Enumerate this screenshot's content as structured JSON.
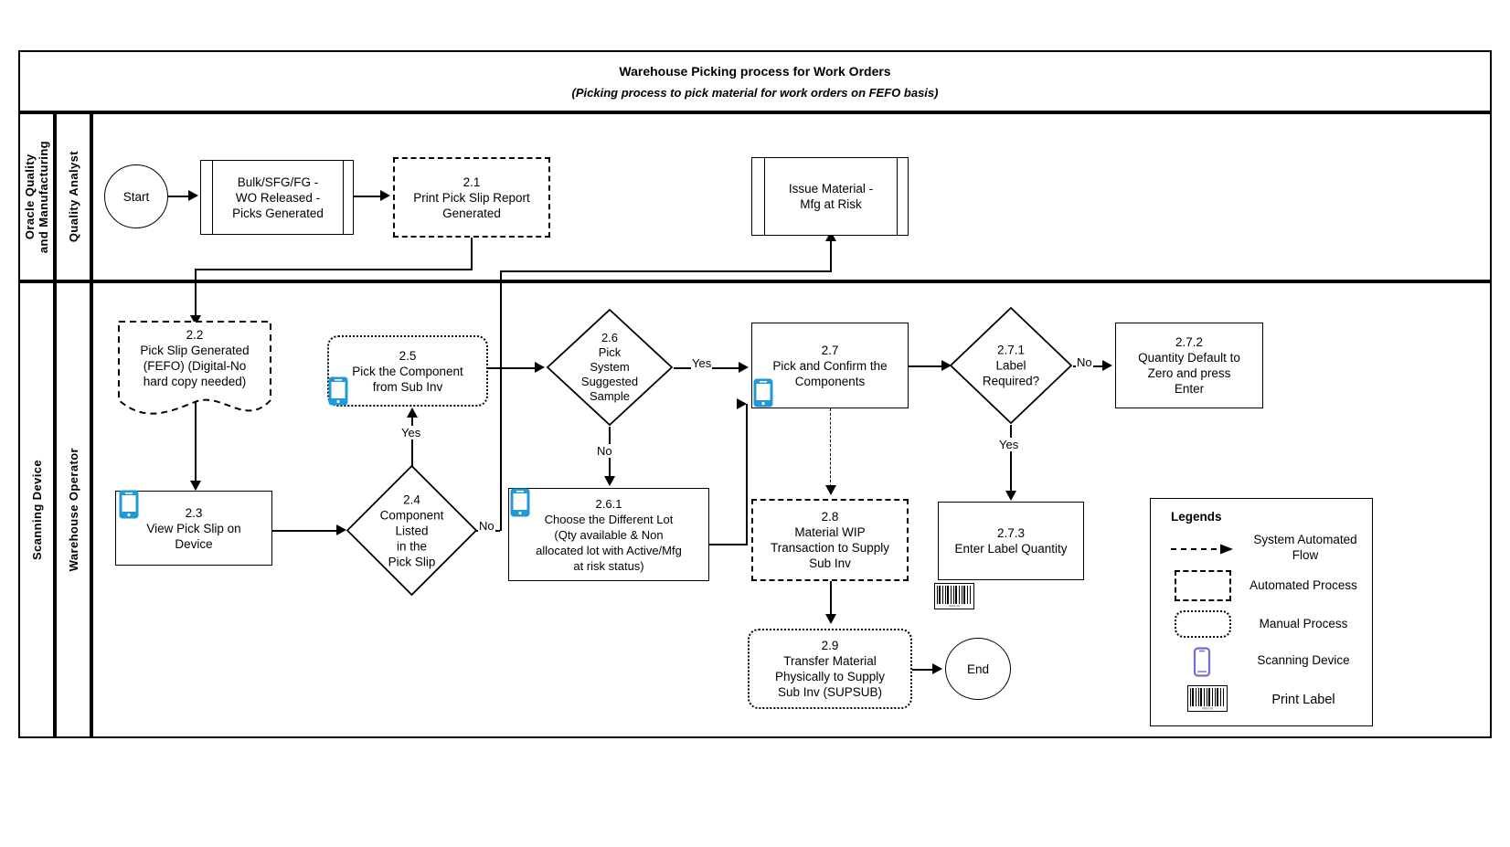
{
  "banner": {
    "title": "Warehouse Picking process for Work Orders",
    "subtitle": "(Picking process to pick material for work orders on FEFO basis)"
  },
  "lanes": [
    {
      "pool": "Oracle Quality\nand Manufacturing",
      "role": "Quality Analyst"
    },
    {
      "pool": "Scanning Device",
      "role": "Warehouse Operator"
    }
  ],
  "nodes": {
    "start": {
      "label": "Start"
    },
    "wo_released": {
      "label": "Bulk/SFG/FG -\nWO Released -\nPicks Generated"
    },
    "n21": {
      "label": "2.1\nPrint Pick Slip Report\nGenerated"
    },
    "issue_material": {
      "label": "Issue Material -\nMfg at Risk"
    },
    "n22": {
      "label": "2.2\nPick Slip Generated\n(FEFO) (Digital-No\nhard copy needed)"
    },
    "n23": {
      "label": "2.3\nView Pick Slip on\nDevice"
    },
    "n24": {
      "label": "2.4\nComponent\nListed\nin the\nPick Slip"
    },
    "n25": {
      "label": "2.5\nPick the Component\nfrom Sub Inv"
    },
    "n26": {
      "label": "2.6\nPick\nSystem\nSuggested\nSample"
    },
    "n261": {
      "label": "2.6.1\nChoose the Different Lot\n(Qty available & Non\nallocated lot with Active/Mfg\nat risk status)"
    },
    "n27": {
      "label": "2.7\nPick and Confirm the\nComponents"
    },
    "n271": {
      "label": "2.7.1\nLabel\nRequired?"
    },
    "n272": {
      "label": "2.7.2\nQuantity Default to\nZero and press\nEnter"
    },
    "n273": {
      "label": "2.7.3\nEnter Label Quantity"
    },
    "n28": {
      "label": "2.8\nMaterial WIP\nTransaction to Supply\nSub Inv"
    },
    "n29": {
      "label": "2.9\nTransfer Material\nPhysically to Supply\nSub Inv (SUPSUB)"
    },
    "end": {
      "label": "End"
    }
  },
  "edge_labels": {
    "yes_24": "Yes",
    "no_24": "No",
    "yes_26": "Yes",
    "no_26": "No",
    "no_271": "No",
    "yes_271": "Yes"
  },
  "legend": {
    "title": "Legends",
    "items": [
      {
        "icon": "dashed-arrow-icon",
        "text": "System Automated\nFlow"
      },
      {
        "icon": "dashed-rect-icon",
        "text": "Automated Process"
      },
      {
        "icon": "dotted-rounded-rect-icon",
        "text": "Manual Process"
      },
      {
        "icon": "phone-icon",
        "text": "Scanning Device"
      },
      {
        "icon": "barcode-icon",
        "text": "Print Label"
      }
    ]
  },
  "colors": {
    "phone_blue": "#1f9ad6",
    "legend_phone_purple": "#6f6fd6",
    "stroke": "#000000",
    "background": "#ffffff"
  }
}
